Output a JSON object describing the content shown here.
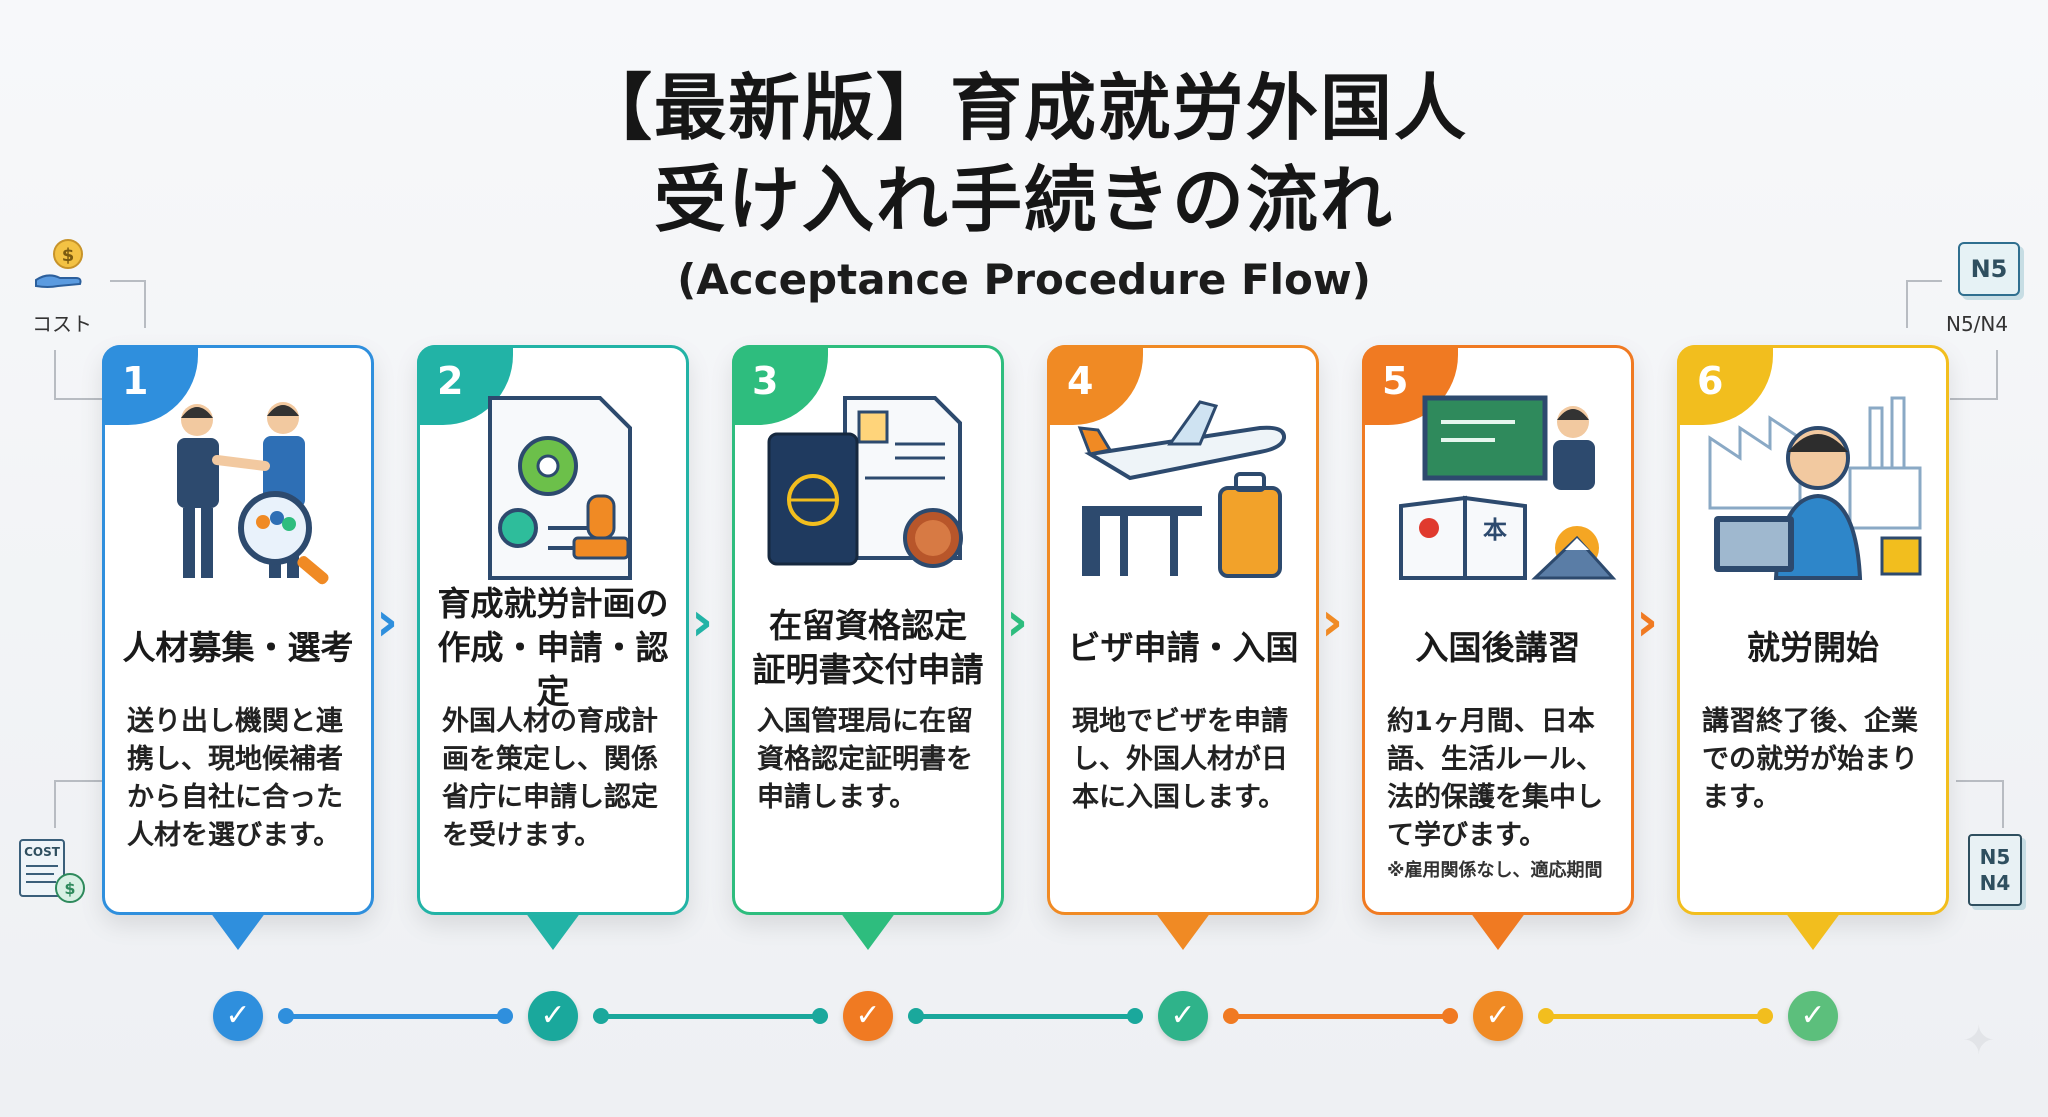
{
  "title": {
    "line1": "【最新版】育成就労外国人",
    "line2": "受け入れ手続きの流れ",
    "subtitle": "(Acceptance Procedure Flow)"
  },
  "corners": {
    "top_left_label": "コスト",
    "top_right_box": "N5",
    "top_right_label": "N5/N4",
    "bottom_left_doc": "COST",
    "bottom_right_line1": "N5",
    "bottom_right_line2": "N4"
  },
  "steps": [
    {
      "num": "1",
      "title": "人材募集・選考",
      "desc": "送り出し機関と連携し、現地候補者から自社に合った人材を選びます。",
      "note": "",
      "color": "#2f8fdd",
      "icon": "handshake-recruit-icon"
    },
    {
      "num": "2",
      "title": "育成就労計画の\n作成・申請・認定",
      "desc": "外国人材の育成計画を策定し、関係省庁に申請し認定を受けます。",
      "note": "",
      "color": "#22b3a6",
      "icon": "document-gear-stamp-icon"
    },
    {
      "num": "3",
      "title": "在留資格認定\n証明書交付申請",
      "desc": "入国管理局に在留資格認定証明書を申請します。",
      "note": "",
      "color": "#2ebd7e",
      "icon": "passport-certificate-icon"
    },
    {
      "num": "4",
      "title": "ビザ申請・入国",
      "desc": "現地でビザを申請し、外国人材が日本に入国します。",
      "note": "",
      "color": "#f08a24",
      "icon": "airplane-luggage-icon"
    },
    {
      "num": "5",
      "title": "入国後講習",
      "desc": "約1ヶ月間、日本語、生活ルール、法的保護を集中して学びます。",
      "note": "※雇用関係なし、適応期間",
      "color": "#f07a22",
      "icon": "lecture-book-icon"
    },
    {
      "num": "6",
      "title": "就労開始",
      "desc": "講習終了後、企業での就労が始まります。",
      "note": "",
      "color": "#f2be1e",
      "icon": "worker-factory-icon"
    }
  ],
  "timeline_colors": [
    "#2f8fdd",
    "#1aa89c",
    "#f07a22",
    "#2fb38a",
    "#f08a24",
    "#5cbf7c"
  ],
  "line_colors": [
    "#2f8fdd",
    "#1aa89c",
    "#1aa89c",
    "#f07a22",
    "#f2be1e"
  ]
}
